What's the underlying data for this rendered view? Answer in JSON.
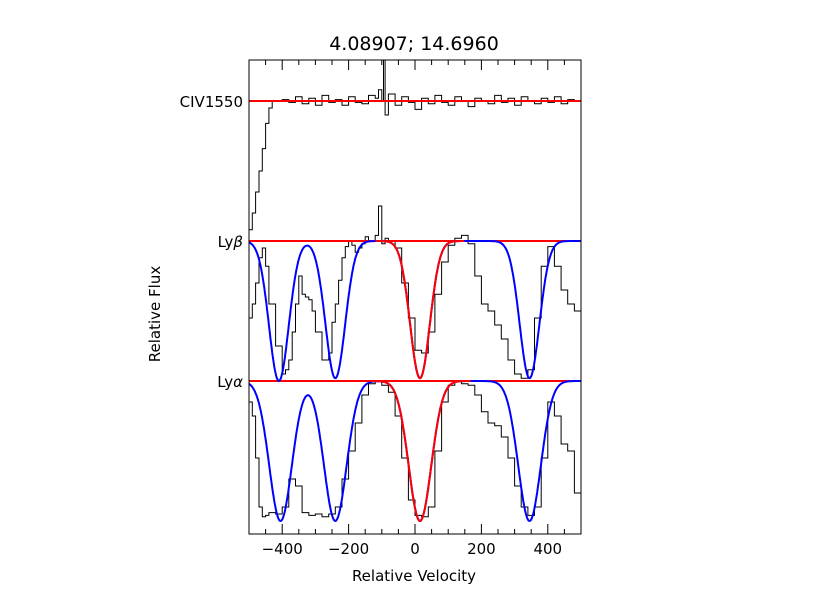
{
  "chart_data": {
    "type": "line",
    "title": "4.08907; 14.6960",
    "xlabel": "Relative Velocity",
    "ylabel": "Relative Flux",
    "xlim": [
      -500,
      500
    ],
    "xticks": [
      -400,
      -200,
      0,
      200,
      400
    ],
    "grid": false,
    "panels": [
      {
        "label": "CIV1550",
        "label_main": "CIV1550",
        "label_greek": ""
      },
      {
        "label": "Lyβ",
        "label_main": "Ly",
        "label_greek": "β"
      },
      {
        "label": "Lyα",
        "label_main": "Ly",
        "label_greek": "α"
      }
    ],
    "colors": {
      "data": "#000000",
      "continuum": "#ff0000",
      "fit_target": "#ff0000",
      "fit_others": "#0000ff"
    },
    "series": [
      {
        "panel": "CIV1550",
        "kind": "data",
        "x": [
          -500,
          -490,
          -480,
          -470,
          -460,
          -450,
          -440,
          -430,
          -400,
          -380,
          -360,
          -340,
          -320,
          -300,
          -280,
          -260,
          -240,
          -220,
          -200,
          -180,
          -160,
          -140,
          -120,
          -110,
          -100,
          -95,
          -90,
          -80,
          -60,
          -40,
          -20,
          0,
          20,
          40,
          60,
          80,
          100,
          120,
          140,
          160,
          180,
          200,
          220,
          240,
          260,
          280,
          300,
          320,
          340,
          360,
          380,
          400,
          420,
          440,
          460,
          480,
          500
        ],
        "y": [
          0.08,
          0.2,
          0.35,
          0.5,
          0.66,
          0.84,
          0.95,
          1.0,
          1.01,
          0.99,
          1.03,
          0.98,
          1.02,
          0.97,
          1.04,
          0.99,
          1.01,
          0.97,
          1.03,
          0.99,
          0.98,
          1.04,
          1.02,
          1.08,
          1.0,
          1.32,
          0.9,
          1.05,
          0.97,
          1.03,
          0.99,
          0.94,
          1.02,
          0.98,
          1.04,
          0.99,
          0.97,
          1.03,
          1.0,
          0.96,
          1.02,
          1.0,
          0.98,
          1.04,
          0.99,
          1.02,
          0.97,
          1.03,
          1.0,
          0.98,
          1.02,
          0.99,
          1.03,
          0.98,
          1.01,
          1.0,
          1.02
        ]
      },
      {
        "panel": "CIV1550",
        "kind": "continuum",
        "x": [
          -500,
          500
        ],
        "y": [
          1.0,
          1.0
        ]
      },
      {
        "panel": "Lyβ",
        "kind": "data",
        "x": [
          -500,
          -490,
          -480,
          -470,
          -460,
          -450,
          -440,
          -420,
          -400,
          -390,
          -380,
          -370,
          -360,
          -350,
          -340,
          -330,
          -320,
          -310,
          -300,
          -280,
          -260,
          -250,
          -240,
          -230,
          -220,
          -210,
          -200,
          -190,
          -180,
          -170,
          -160,
          -150,
          -140,
          -120,
          -110,
          -100,
          -90,
          -80,
          -60,
          -40,
          -20,
          0,
          20,
          40,
          60,
          80,
          100,
          120,
          140,
          160,
          180,
          200,
          220,
          240,
          260,
          280,
          300,
          320,
          340,
          360,
          380,
          400,
          420,
          440,
          460,
          480,
          500
        ],
        "y": [
          0.45,
          0.55,
          0.7,
          0.88,
          0.95,
          0.82,
          0.55,
          0.25,
          0.05,
          0.08,
          0.15,
          0.35,
          0.55,
          0.75,
          0.62,
          0.6,
          0.58,
          0.5,
          0.35,
          0.15,
          0.2,
          0.42,
          0.55,
          0.72,
          0.88,
          0.96,
          1.0,
          0.97,
          0.92,
          0.95,
          0.98,
          1.03,
          1.0,
          1.04,
          1.25,
          0.98,
          1.02,
          1.0,
          0.95,
          0.7,
          0.45,
          0.22,
          0.2,
          0.35,
          0.62,
          0.85,
          0.97,
          1.02,
          1.04,
          0.98,
          0.75,
          0.55,
          0.5,
          0.4,
          0.3,
          0.15,
          0.05,
          0.02,
          0.08,
          0.45,
          0.82,
          0.96,
          0.82,
          0.65,
          0.55,
          0.5,
          0.48
        ]
      },
      {
        "panel": "Lyβ",
        "kind": "continuum",
        "x": [
          -500,
          500
        ],
        "y": [
          1.0,
          1.0
        ]
      },
      {
        "panel": "Lyα",
        "kind": "data",
        "x": [
          -500,
          -490,
          -480,
          -470,
          -460,
          -450,
          -440,
          -420,
          -400,
          -380,
          -360,
          -340,
          -320,
          -300,
          -280,
          -260,
          -240,
          -220,
          -200,
          -180,
          -160,
          -140,
          -120,
          -100,
          -80,
          -60,
          -40,
          -20,
          0,
          20,
          40,
          60,
          80,
          100,
          120,
          140,
          160,
          180,
          200,
          220,
          240,
          260,
          280,
          300,
          320,
          340,
          360,
          380,
          400,
          420,
          440,
          460,
          480,
          500
        ],
        "y": [
          0.85,
          0.75,
          0.45,
          0.1,
          0.03,
          0.04,
          0.06,
          0.05,
          0.1,
          0.3,
          0.25,
          0.06,
          0.04,
          0.05,
          0.03,
          0.05,
          0.1,
          0.3,
          0.5,
          0.7,
          0.9,
          0.98,
          1.0,
          0.97,
          0.92,
          0.75,
          0.45,
          0.15,
          0.04,
          0.03,
          0.1,
          0.5,
          0.85,
          0.97,
          1.0,
          0.98,
          0.97,
          0.9,
          0.78,
          0.7,
          0.68,
          0.6,
          0.45,
          0.25,
          0.1,
          0.04,
          0.1,
          0.45,
          0.85,
          0.75,
          0.55,
          0.5,
          0.2,
          0.15
        ]
      },
      {
        "panel": "Lyα",
        "kind": "continuum",
        "x": [
          -500,
          500
        ],
        "y": [
          1.0,
          1.0
        ]
      }
    ],
    "fit_components": {
      "Lyβ": {
        "target": {
          "center": 15,
          "width": 42,
          "depth": 0.98
        },
        "others": [
          {
            "center": -410,
            "width": 42,
            "depth": 1.0
          },
          {
            "center": -240,
            "width": 42,
            "depth": 0.98
          },
          {
            "center": 345,
            "width": 42,
            "depth": 0.98
          }
        ]
      },
      "Lyα": {
        "target": {
          "center": 15,
          "width": 48,
          "depth": 1.0
        },
        "others": [
          {
            "center": -405,
            "width": 48,
            "depth": 1.0
          },
          {
            "center": -240,
            "width": 48,
            "depth": 1.0
          },
          {
            "center": 345,
            "width": 48,
            "depth": 1.0
          }
        ]
      }
    }
  }
}
